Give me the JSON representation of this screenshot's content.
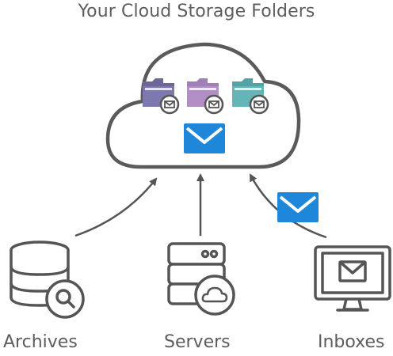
{
  "diagram": {
    "title": "Your Cloud Storage Folders",
    "sources": [
      {
        "label": "Archives",
        "icon": "database-search-icon"
      },
      {
        "label": "Servers",
        "icon": "server-cloud-icon"
      },
      {
        "label": "Inboxes",
        "icon": "monitor-mail-icon"
      }
    ],
    "folders": [
      {
        "icon": "folder-mail-icon",
        "color": "#7d78ad"
      },
      {
        "icon": "folder-mail-icon",
        "color": "#b18fc6"
      },
      {
        "icon": "folder-mail-icon",
        "color": "#63b5b8"
      }
    ],
    "colors": {
      "outline": "#555555",
      "envelope": "#1f87d9",
      "text": "#5d5d5d"
    }
  }
}
